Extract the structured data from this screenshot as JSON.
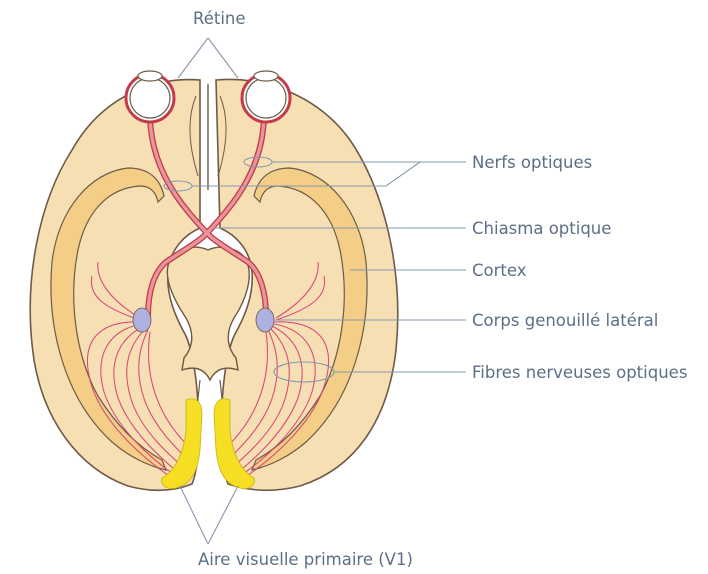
{
  "labels": {
    "retina": "Rétine",
    "optic_nerves": "Nerfs optiques",
    "optic_chiasm": "Chiasma optique",
    "cortex": "Cortex",
    "lgn": "Corps genouillé latéral",
    "optic_fibers": "Fibres nerveuses optiques",
    "v1": "Aire visuelle primaire (V1)"
  },
  "colors": {
    "brain_fill": "#f7dfb4",
    "brain_outline": "#6e5a46",
    "cortex_band": "#f4cd86",
    "nerve_fill": "#e7969b",
    "nerve_outline": "#c33a4a",
    "fiber": "#d63d75",
    "lgn": "#aeb0df",
    "v1": "#f6df22",
    "label": "#5b6f86",
    "leader": "#8698ad"
  }
}
